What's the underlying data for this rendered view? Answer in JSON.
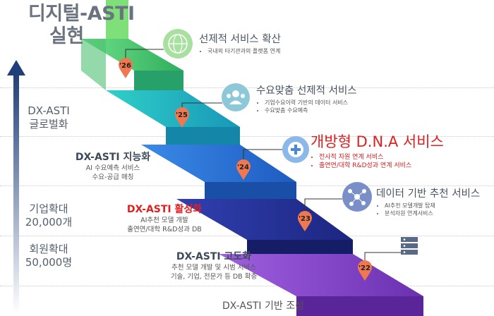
{
  "title": {
    "line1": "디지털-ASTI",
    "line2": "실현"
  },
  "sidebar": {
    "global": {
      "line1": "DX-ASTI",
      "line2": "글로벌화"
    },
    "company": {
      "line1": "기업확대",
      "line2": "20,000개"
    },
    "member": {
      "line1": "회원확대",
      "line2": "50,000명"
    }
  },
  "stages": [
    {
      "heading": "DX-ASTI 지능화",
      "lines": [
        "AI 수요예측 서비스",
        "수요-공급 매칭"
      ]
    },
    {
      "heading": "DX-ASTI 활성화",
      "lines": [
        "AI추천 모델 개발",
        "출연연/대학 R&D성과 DB"
      ]
    },
    {
      "heading": "DX-ASTI 고도화",
      "lines": [
        "추천 모델 개발 및 시범 서비스",
        "기술, 기업, 전문가 등 DB 확충"
      ]
    }
  ],
  "base_label": "DX-ASTI 기반 조성",
  "years": [
    "'26",
    "'25",
    "'24",
    "'23",
    "'22"
  ],
  "services": [
    {
      "title": "선제적 서비스 확산",
      "items": [
        "국내외 타기관과의 플랫폼 연계"
      ]
    },
    {
      "title": "수요맞춤 선제적 서비스",
      "items": [
        "기업수요이력 기반의 데이터 서비스",
        "수요맞춤 수요예측"
      ]
    },
    {
      "title": "개방형 D.N.A 서비스",
      "items": [
        "전사적 자원 연계 서비스",
        "출연연/대학 R&D성과 연계 서비스"
      ]
    },
    {
      "title": "데이터 기반 추천 서비스",
      "items": [
        "AI추천 모델개발 탑재",
        "분석자원 연계서비스"
      ]
    }
  ],
  "colors": {
    "step1": "#8a45c8",
    "step2": "#2a3aa0",
    "step3": "#2a6ed8",
    "step4": "#1fb0c0",
    "step5": "#4fcf70",
    "accent": "#e02020"
  },
  "icons": [
    "globe-icon",
    "people-icon",
    "plus-circle-icon",
    "network-icon",
    "server-icon",
    "up-arrow-icon"
  ]
}
